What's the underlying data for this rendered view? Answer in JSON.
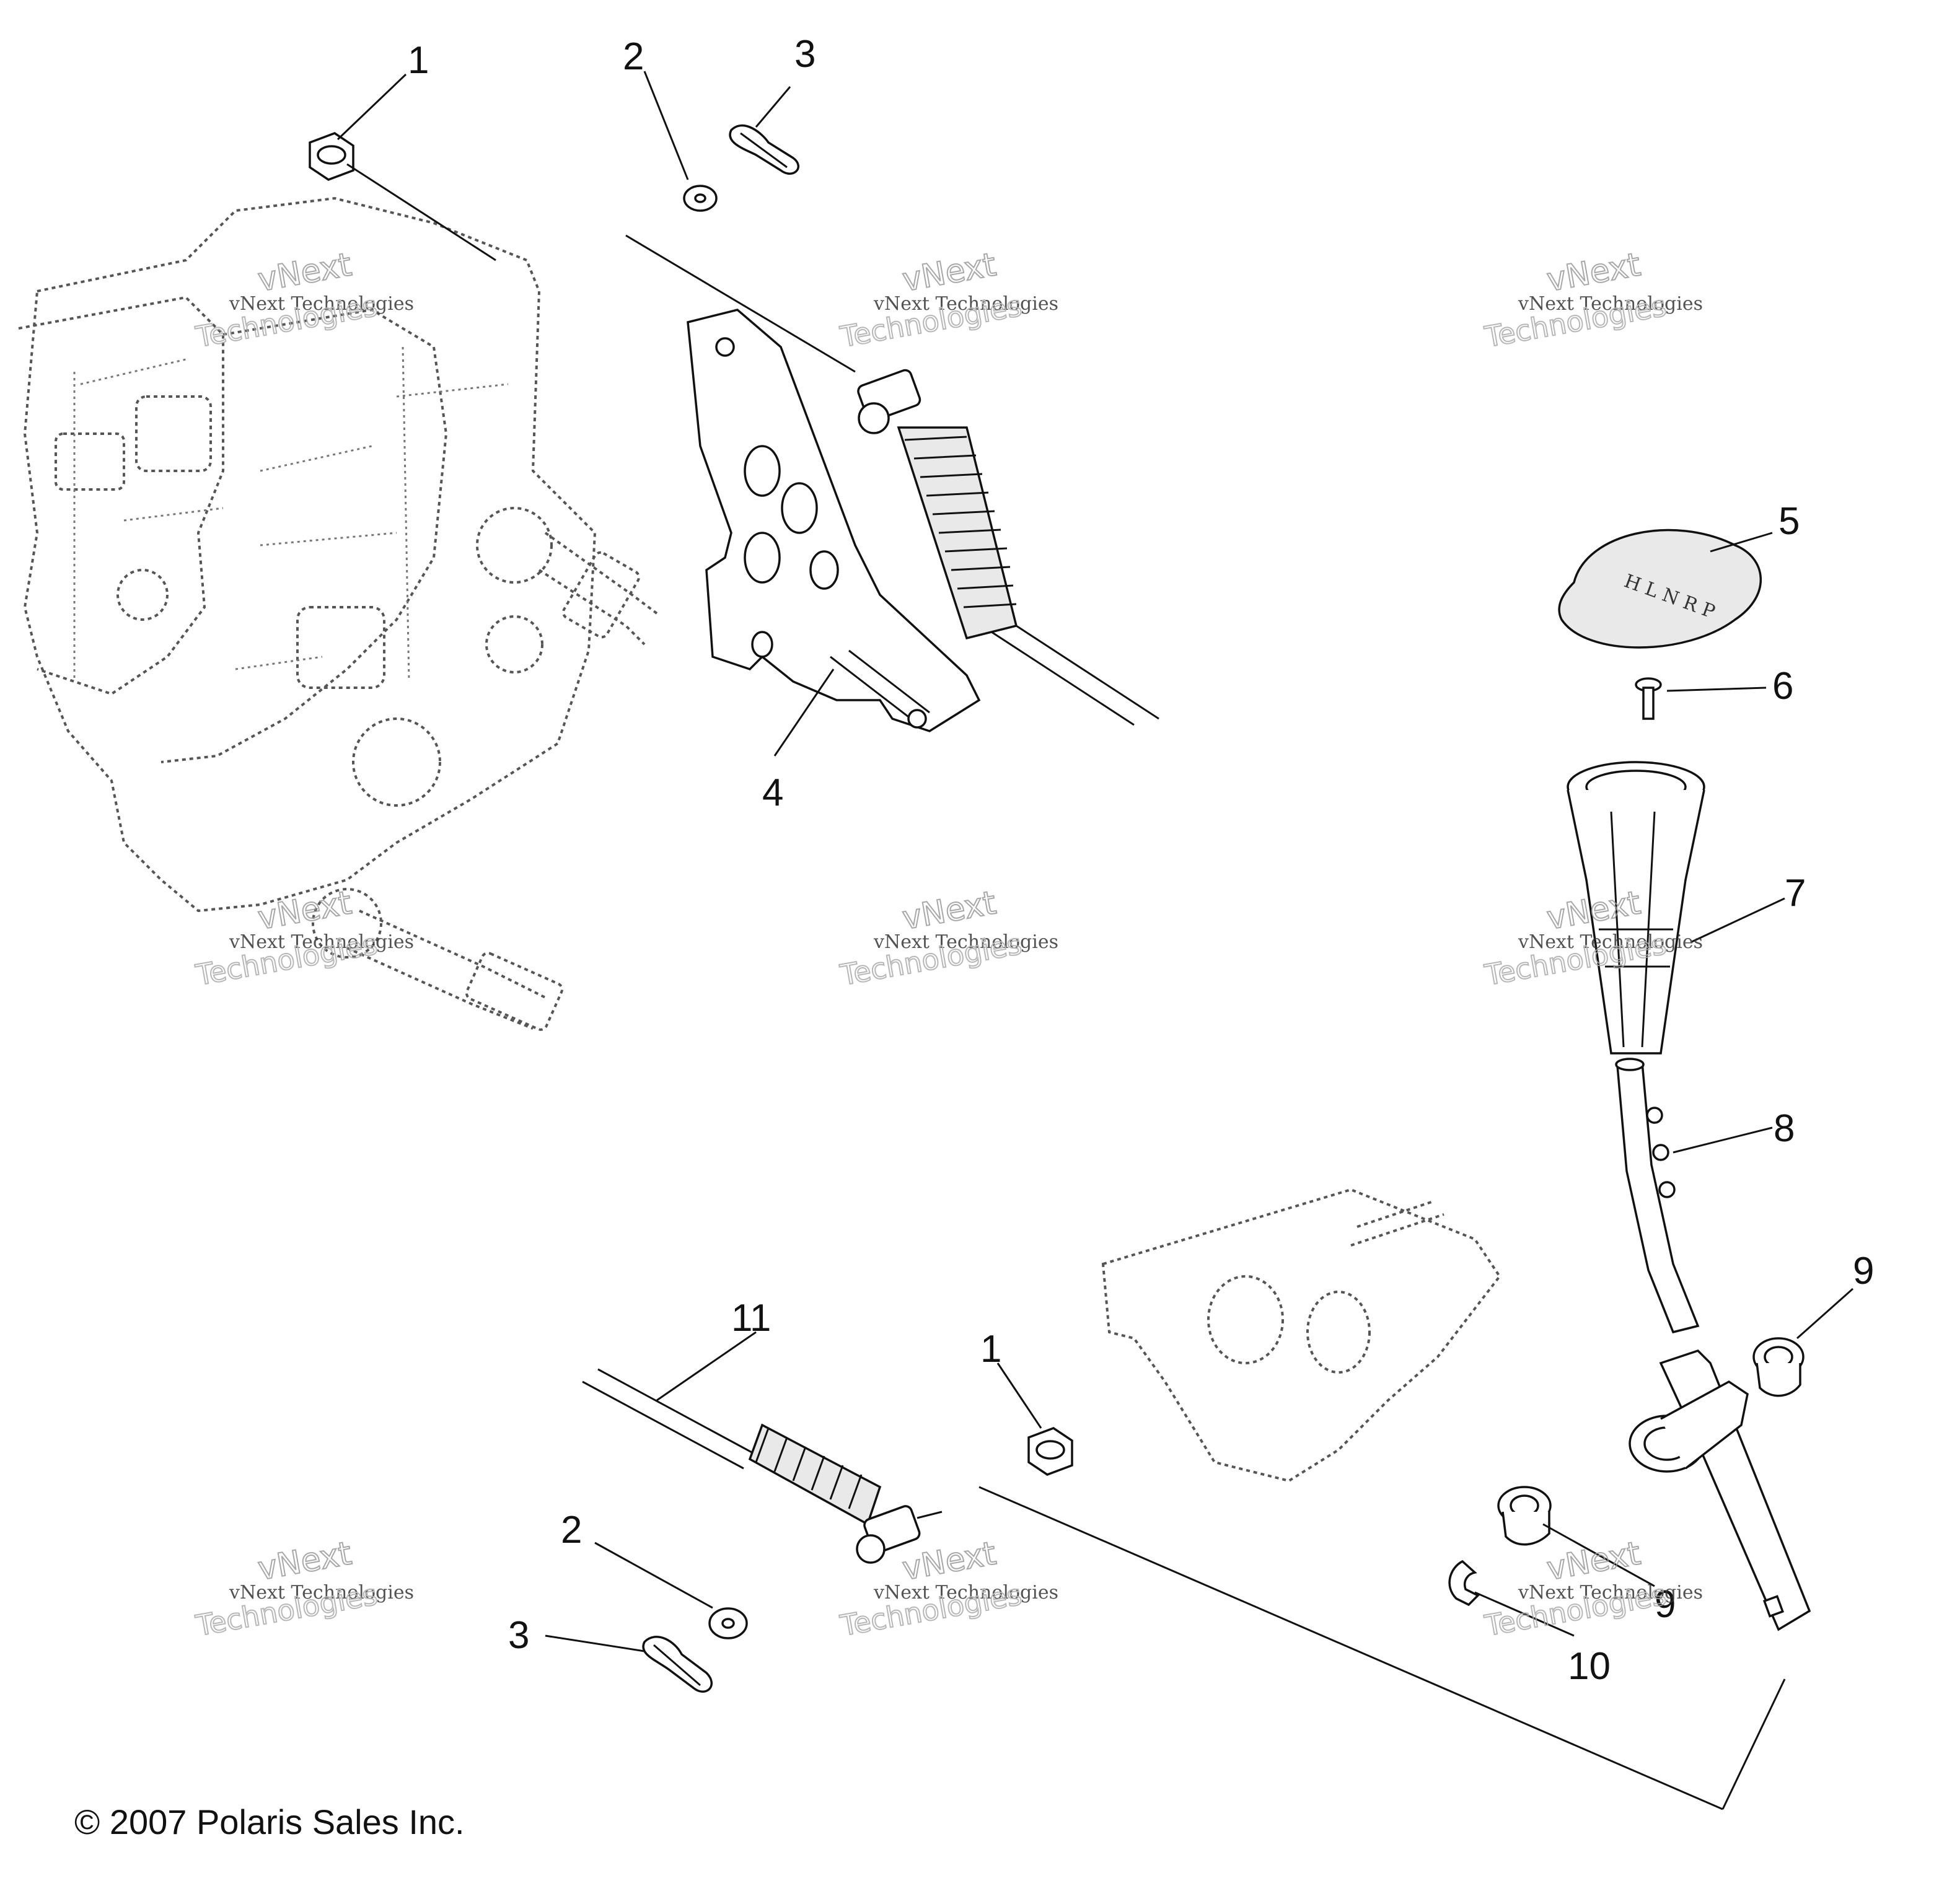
{
  "callouts": [
    {
      "id": "c1a",
      "label": "1"
    },
    {
      "id": "c2a",
      "label": "2"
    },
    {
      "id": "c3a",
      "label": "3"
    },
    {
      "id": "c4",
      "label": "4"
    },
    {
      "id": "c5",
      "label": "5"
    },
    {
      "id": "c6",
      "label": "6"
    },
    {
      "id": "c7",
      "label": "7"
    },
    {
      "id": "c8",
      "label": "8"
    },
    {
      "id": "c9a",
      "label": "9"
    },
    {
      "id": "c11",
      "label": "11"
    },
    {
      "id": "c1b",
      "label": "1"
    },
    {
      "id": "c2b",
      "label": "2"
    },
    {
      "id": "c3b",
      "label": "3"
    },
    {
      "id": "c9b",
      "label": "9"
    },
    {
      "id": "c10",
      "label": "10"
    }
  ],
  "watermark": {
    "line1": "vNext",
    "line2": "vNext Technologies",
    "line3": "Technologies"
  },
  "knob_marks": "H L N R P",
  "copyright": "© 2007 Polaris Sales Inc."
}
